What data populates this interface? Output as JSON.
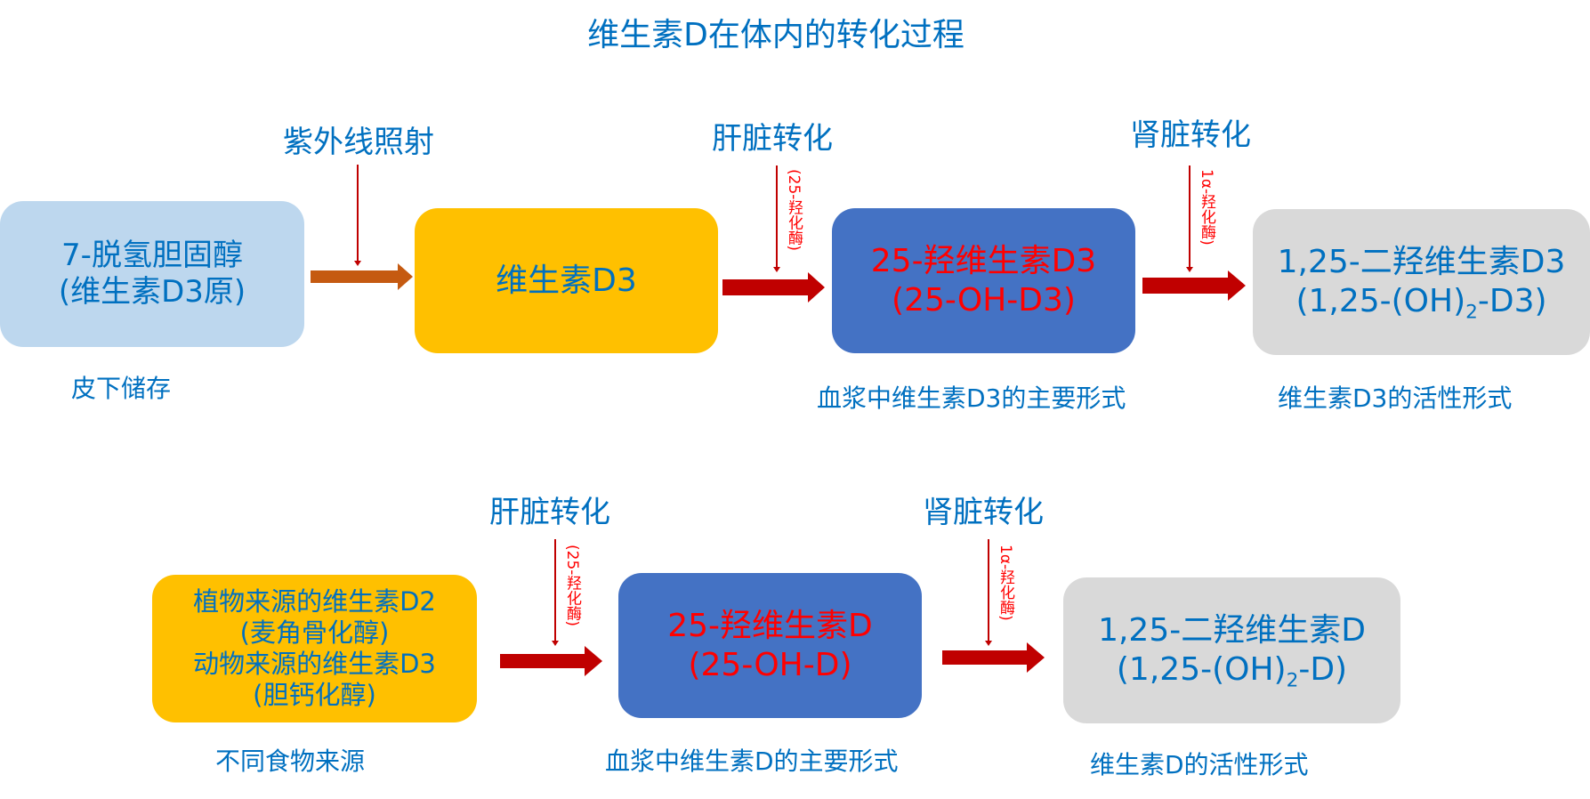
{
  "title": "维生素D在体内的转化过程",
  "colors": {
    "text_blue": "#0070C0",
    "text_red": "#FF0000",
    "box_lightblue": "#BDD7EE",
    "box_yellow": "#FFC000",
    "box_blue": "#4472C4",
    "box_grey": "#D9D9D9",
    "arrow_orange": "#C55A11",
    "arrow_red": "#C00000"
  },
  "top_row": {
    "boxes": [
      {
        "lines": [
          "7-脱氢胆固醇",
          "(维生素D3原)"
        ],
        "caption": "皮下储存"
      },
      {
        "lines": [
          "维生素D3"
        ],
        "caption": ""
      },
      {
        "lines": [
          "25-羟维生素D3",
          "(25-OH-D3)"
        ],
        "caption": "血浆中维生素D3的主要形式"
      },
      {
        "line1": "1,25-二羟维生素D3",
        "line2_prefix": "(1,25-(OH)",
        "line2_sub": "2",
        "line2_suffix": "-D3)",
        "caption": "维生素D3的活性形式"
      }
    ],
    "steps": [
      {
        "label": "紫外线照射",
        "enzyme": ""
      },
      {
        "label": "肝脏转化",
        "enzyme": "(25-羟化酶)"
      },
      {
        "label": "肾脏转化",
        "enzyme": "1α-羟化酶)"
      }
    ]
  },
  "bottom_row": {
    "boxes": [
      {
        "lines": [
          "植物来源的维生素D2",
          "(麦角骨化醇)",
          "动物来源的维生素D3",
          "(胆钙化醇)"
        ],
        "caption": "不同食物来源"
      },
      {
        "lines": [
          "25-羟维生素D",
          "(25-OH-D)"
        ],
        "caption": "血浆中维生素D的主要形式"
      },
      {
        "line1": "1,25-二羟维生素D",
        "line2_prefix": "(1,25-(OH)",
        "line2_sub": "2",
        "line2_suffix": "-D)",
        "caption": "维生素D的活性形式"
      }
    ],
    "steps": [
      {
        "label": "肝脏转化",
        "enzyme": "(25-羟化酶)"
      },
      {
        "label": "肾脏转化",
        "enzyme": "1α-羟化酶)"
      }
    ]
  }
}
